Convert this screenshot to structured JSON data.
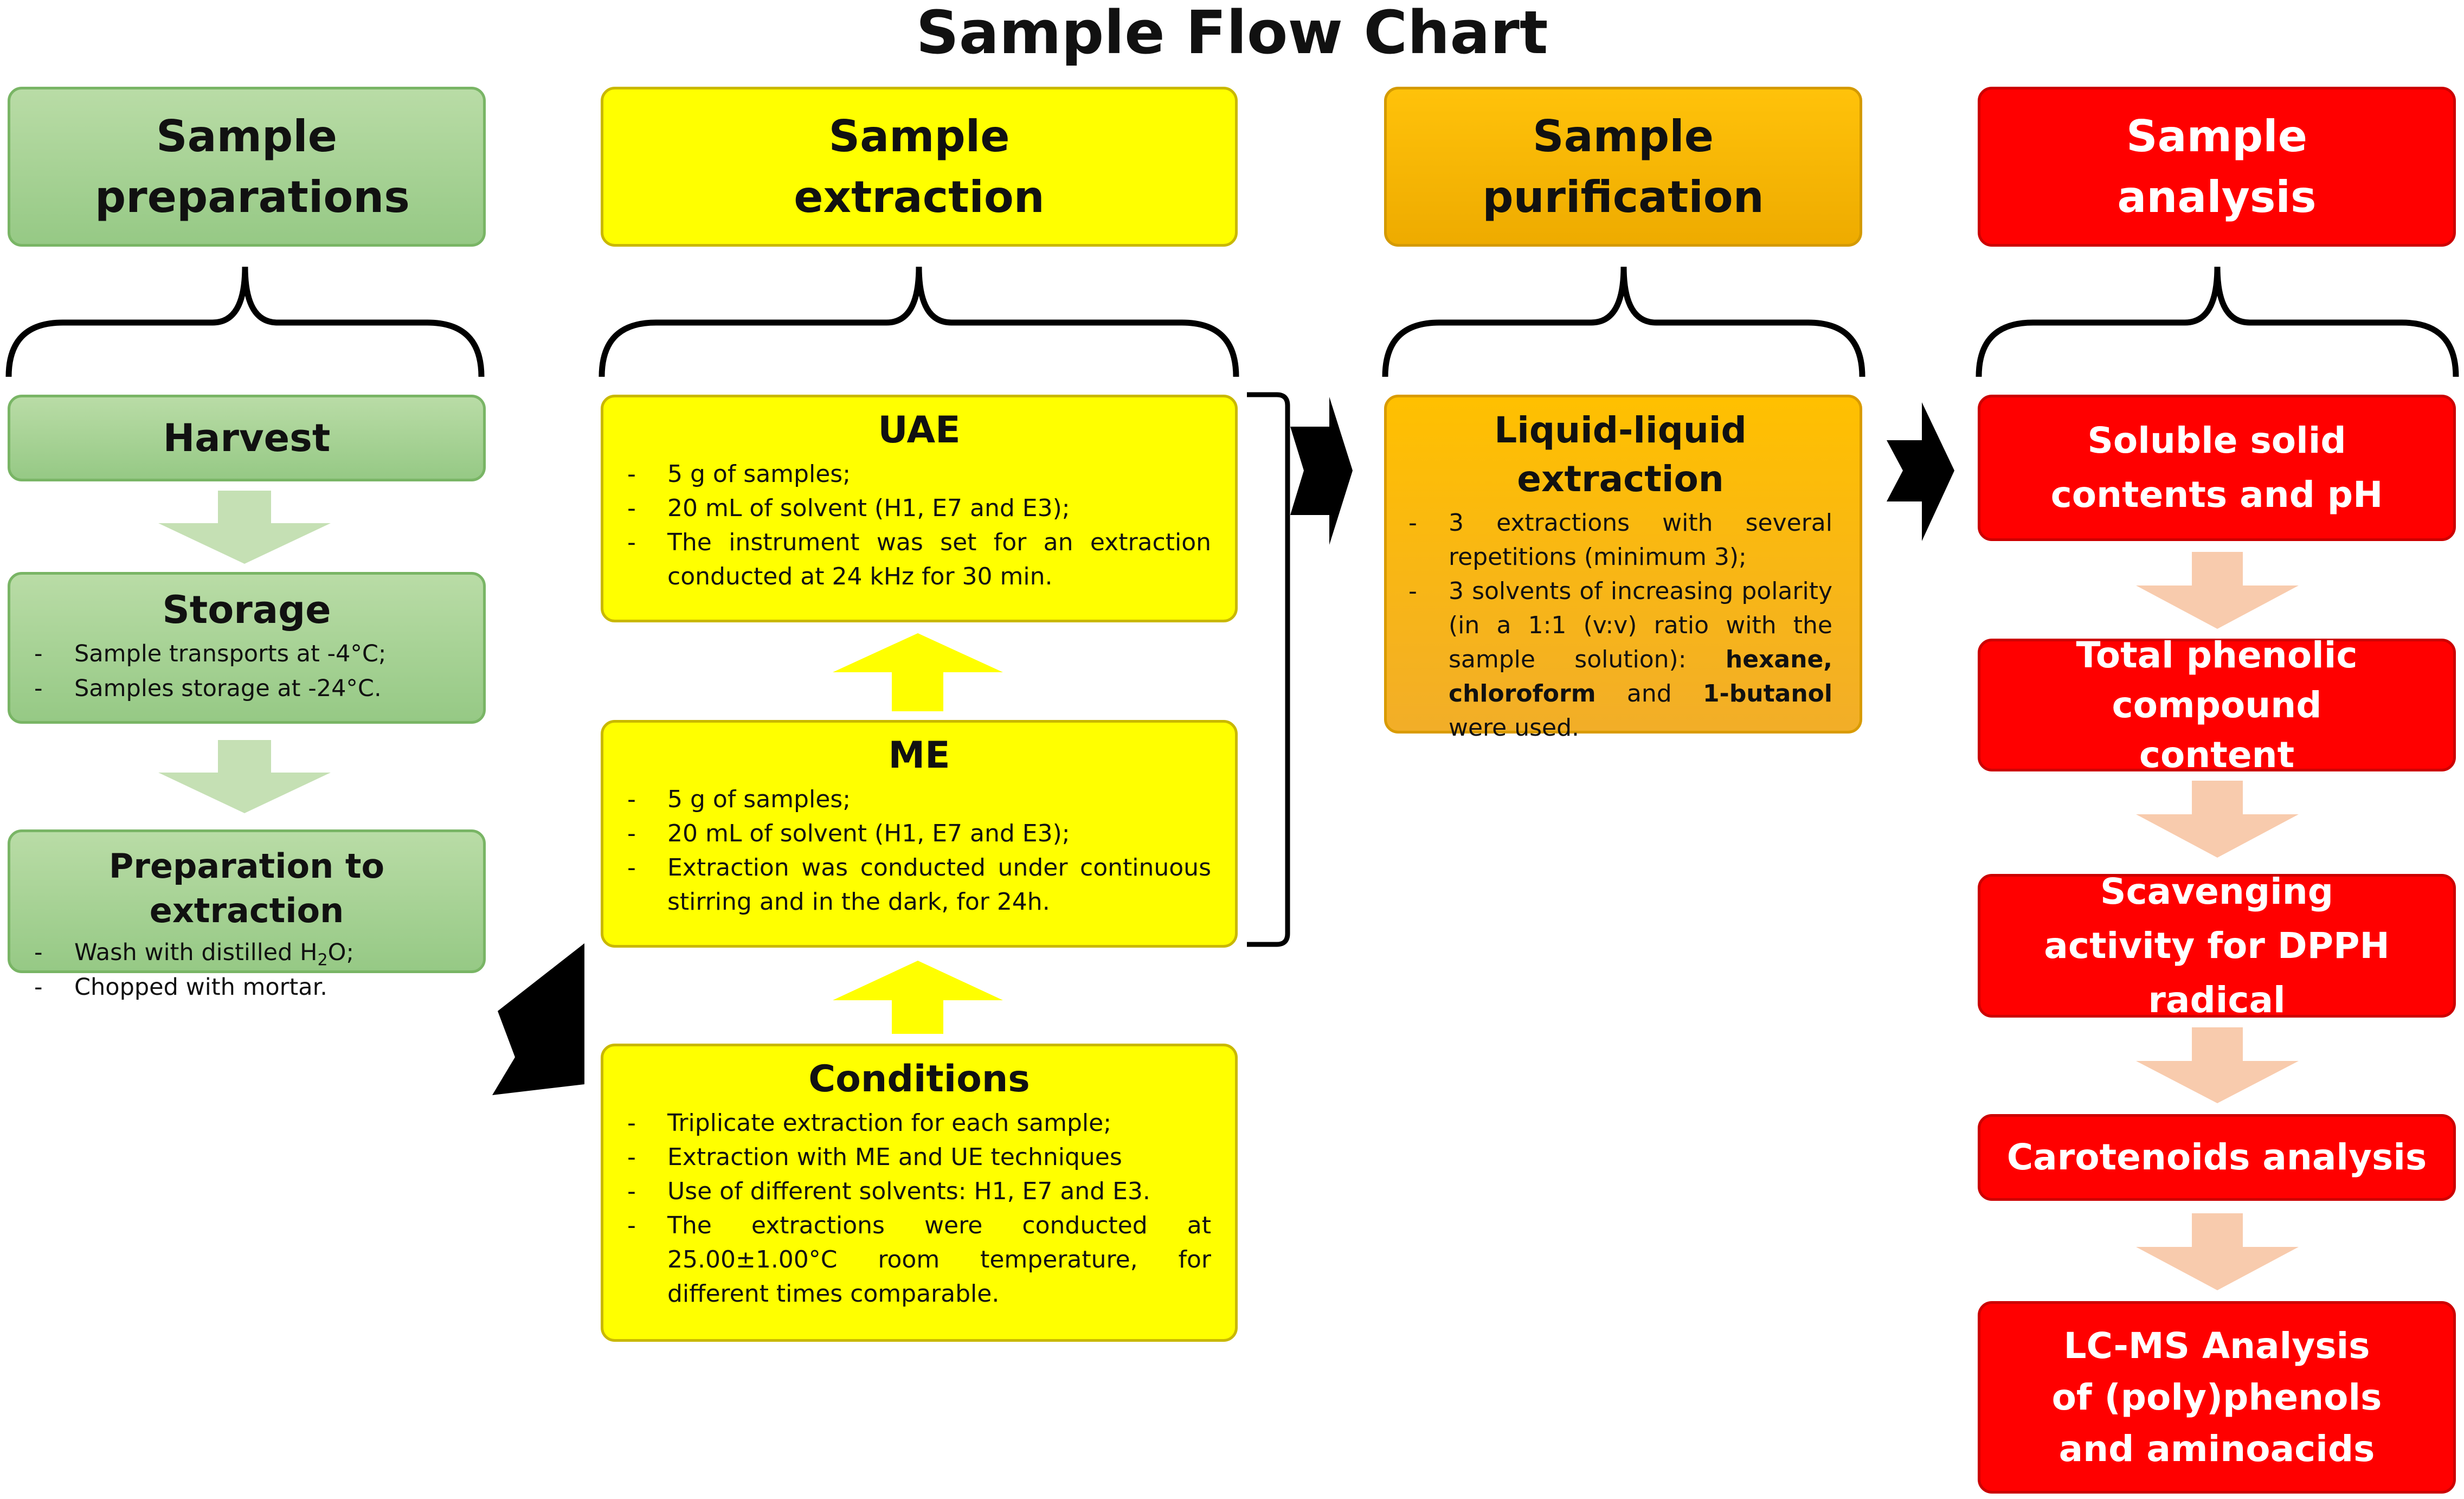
{
  "title": "Sample Flow Chart",
  "stages": {
    "preparation": "Sample preparations",
    "extraction": "Sample extraction",
    "purification": "Sample purification",
    "analysis": "Sample analysis"
  },
  "preparation": {
    "harvest": "Harvest",
    "storage": {
      "title": "Storage",
      "items": [
        "Sample transports at -4°C;",
        "Samples storage at -24°C."
      ]
    },
    "prep": {
      "title": "Preparation to extraction",
      "wash_prefix": "Wash with distilled H",
      "wash_sub": "2",
      "wash_suffix": "O;",
      "chopped": "Chopped with mortar."
    }
  },
  "extraction": {
    "uae": {
      "title": "UAE",
      "items": [
        "5 g of samples;",
        "20 mL of solvent (H1, E7 and E3);",
        "The instrument was set for an extraction conducted at 24 kHz for 30 min."
      ]
    },
    "me": {
      "title": "ME",
      "items": [
        "5 g of samples;",
        "20 mL of solvent (H1, E7 and E3);",
        "Extraction was conducted under continuous stirring and in the dark, for 24h."
      ]
    },
    "conditions": {
      "title": "Conditions",
      "items": [
        "Triplicate extraction for each sample;",
        "Extraction with ME and UE techniques",
        "Use of different solvents: H1, E7 and E3.",
        "The extractions were conducted at 25.00±1.00°C room temperature, for different times comparable."
      ]
    }
  },
  "purification": {
    "title": "Liquid-liquid extraction",
    "item1": "3 extractions with several repetitions (minimum 3);",
    "item2_prefix": "3 solvents of increasing polarity (in a 1:1 (v:v) ratio with the sample solution):",
    "solvent_a": "hexane,",
    "solvent_b": "chloroform",
    "and_word": "and",
    "solvent_c": "1-butanol",
    "item2_suffix": "were used."
  },
  "analysis": [
    "Soluble solid contents and pH",
    "Total phenolic compound content",
    "Scavenging activity for DPPH radical",
    "Carotenoids analysis",
    "LC-MS Analysis of (poly)phenols and aminoacids"
  ],
  "colors": {
    "green": "#a9d18e",
    "yellow": "#ffff00",
    "orange": "#ffc000",
    "red": "#ff0000",
    "light_green_arrow": "#c5e0b4",
    "yellow_arrow": "#ffff00",
    "salmon_arrow": "#f8cbad",
    "black_arrow": "#000000"
  }
}
